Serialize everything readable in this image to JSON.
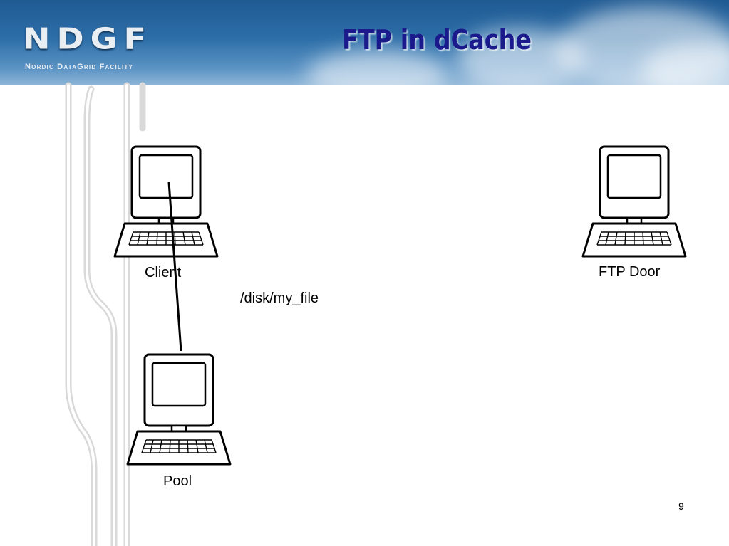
{
  "header": {
    "logo_text": "NDGF",
    "logo_subtitle": "Nordic DataGrid Facility",
    "title": "FTP in dCache"
  },
  "diagram": {
    "nodes": [
      {
        "id": "client",
        "label": "Client"
      },
      {
        "id": "ftp-door",
        "label": "FTP Door"
      },
      {
        "id": "pool",
        "label": "Pool"
      }
    ],
    "path_text": "/disk/my_file",
    "edges": [
      {
        "from": "client",
        "to": "pool"
      }
    ]
  },
  "footer": {
    "page_number": "9"
  },
  "colors": {
    "title": "#1a1a8c",
    "header_sky": "#2d6ea8",
    "rail": "#d4d4d4"
  }
}
